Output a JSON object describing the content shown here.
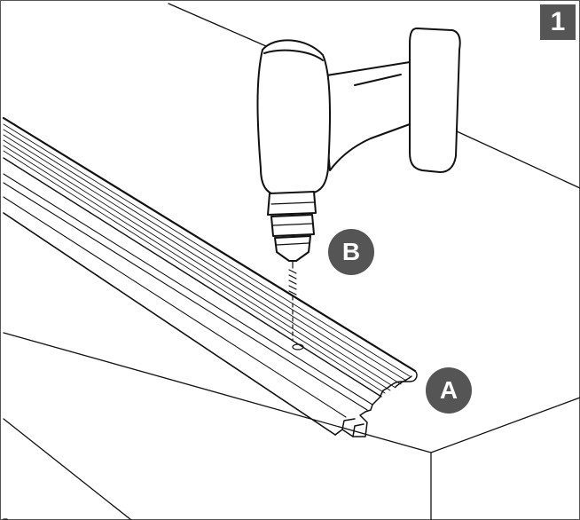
{
  "step": {
    "number": "1"
  },
  "callouts": [
    {
      "letter": "A"
    },
    {
      "letter": "B"
    }
  ],
  "colors": {
    "line": "#111111",
    "badge": "#555555",
    "surface": "#ffffff"
  },
  "icons": [
    "drill-icon",
    "screw-icon",
    "rail-profile"
  ]
}
